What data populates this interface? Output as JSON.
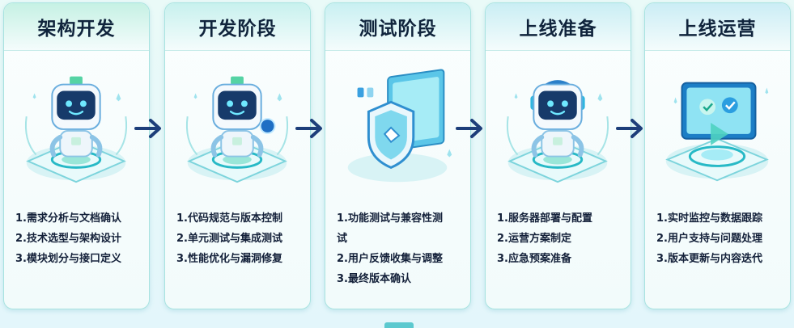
{
  "stages": [
    {
      "title": "架构开发",
      "header_color": "#c6f1e4",
      "icon": "robot-on-platform-icon",
      "items": [
        "1.需求分析与文档确认",
        "2.技术选型与架构设计",
        "3.模块划分与接口定义"
      ]
    },
    {
      "title": "开发阶段",
      "header_color": "#c8f1ee",
      "icon": "robot-holding-ball-icon",
      "items": [
        "1.代码规范与版本控制",
        "2.单元测试与集成测试",
        "3.性能优化与漏洞修复"
      ]
    },
    {
      "title": "测试阶段",
      "header_color": "#c9f0f2",
      "icon": "shield-screen-icon",
      "items": [
        "1.功能测试与兼容性测",
        "试",
        "2.用户反馈收集与调整",
        "3.最终版本确认"
      ]
    },
    {
      "title": "上线准备",
      "header_color": "#caeef4",
      "icon": "robot-with-headset-icon",
      "items": [
        "1.服务器部署与配置",
        "2.运营方案制定",
        "3.应急预案准备"
      ]
    },
    {
      "title": "上线运营",
      "header_color": "#cbedf5",
      "icon": "monitor-on-platform-icon",
      "items": [
        "1.实时监控与数据跟踪",
        "2.用户支持与问题处理",
        "3.版本更新与内容迭代"
      ]
    }
  ],
  "colors": {
    "arrow": "#1d3e7a",
    "border": "#a8e3e0",
    "title": "#10243c",
    "accent": "#2fb6e0"
  }
}
